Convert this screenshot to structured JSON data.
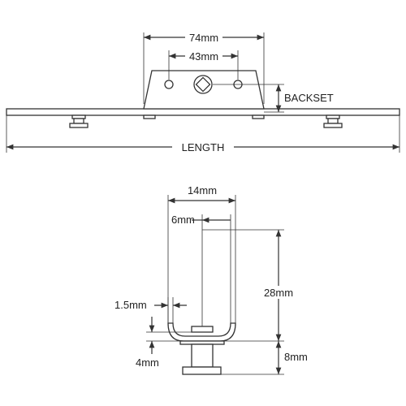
{
  "labels": {
    "width_74": "74mm",
    "width_43": "43mm",
    "backset": "BACKSET",
    "length": "LENGTH",
    "width_14": "14mm",
    "width_6": "6mm",
    "thickness_1_5": "1.5mm",
    "height_28": "28mm",
    "height_4": "4mm",
    "height_8": "8mm"
  },
  "colors": {
    "line": "#333333",
    "background": "#ffffff"
  }
}
